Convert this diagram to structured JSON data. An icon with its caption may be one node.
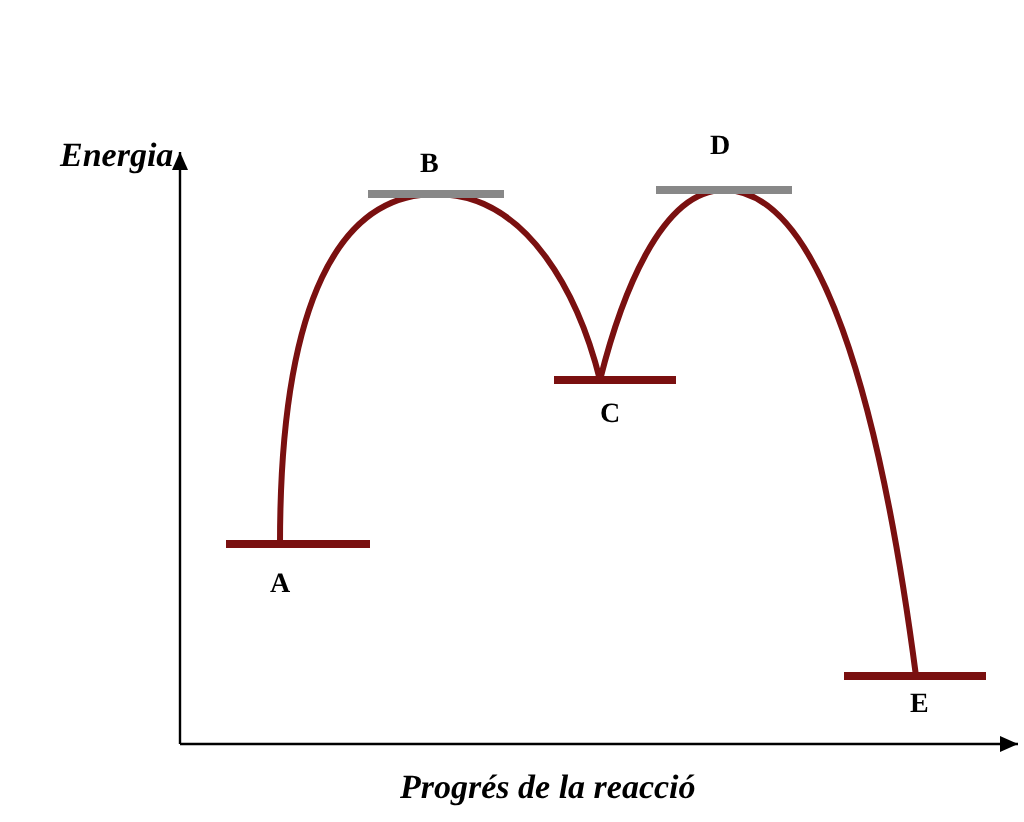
{
  "diagram": {
    "labels": [
      "Energia",
      "B",
      "D",
      "C",
      "A",
      "E",
      "Progrés de la reacció"
    ]
  }
}
